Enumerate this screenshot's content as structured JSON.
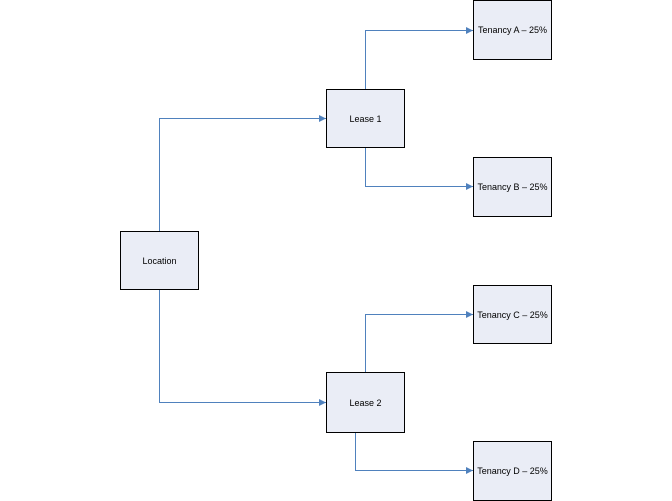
{
  "diagram": {
    "connector_color": "#4f81bd",
    "node_fill": "#eaedf6",
    "nodes": {
      "location": "Location",
      "lease_1": "Lease 1",
      "lease_2": "Lease 2",
      "tenancy_a": "Tenancy A – 25%",
      "tenancy_b": "Tenancy B – 25%",
      "tenancy_c": "Tenancy C – 25%",
      "tenancy_d": "Tenancy D – 25%"
    },
    "edges": [
      {
        "from": "Location",
        "to": "Lease 1"
      },
      {
        "from": "Location",
        "to": "Lease 2"
      },
      {
        "from": "Lease 1",
        "to": "Tenancy A – 25%"
      },
      {
        "from": "Lease 1",
        "to": "Tenancy B – 25%"
      },
      {
        "from": "Lease 2",
        "to": "Tenancy C – 25%"
      },
      {
        "from": "Lease 2",
        "to": "Tenancy D – 25%"
      }
    ]
  }
}
